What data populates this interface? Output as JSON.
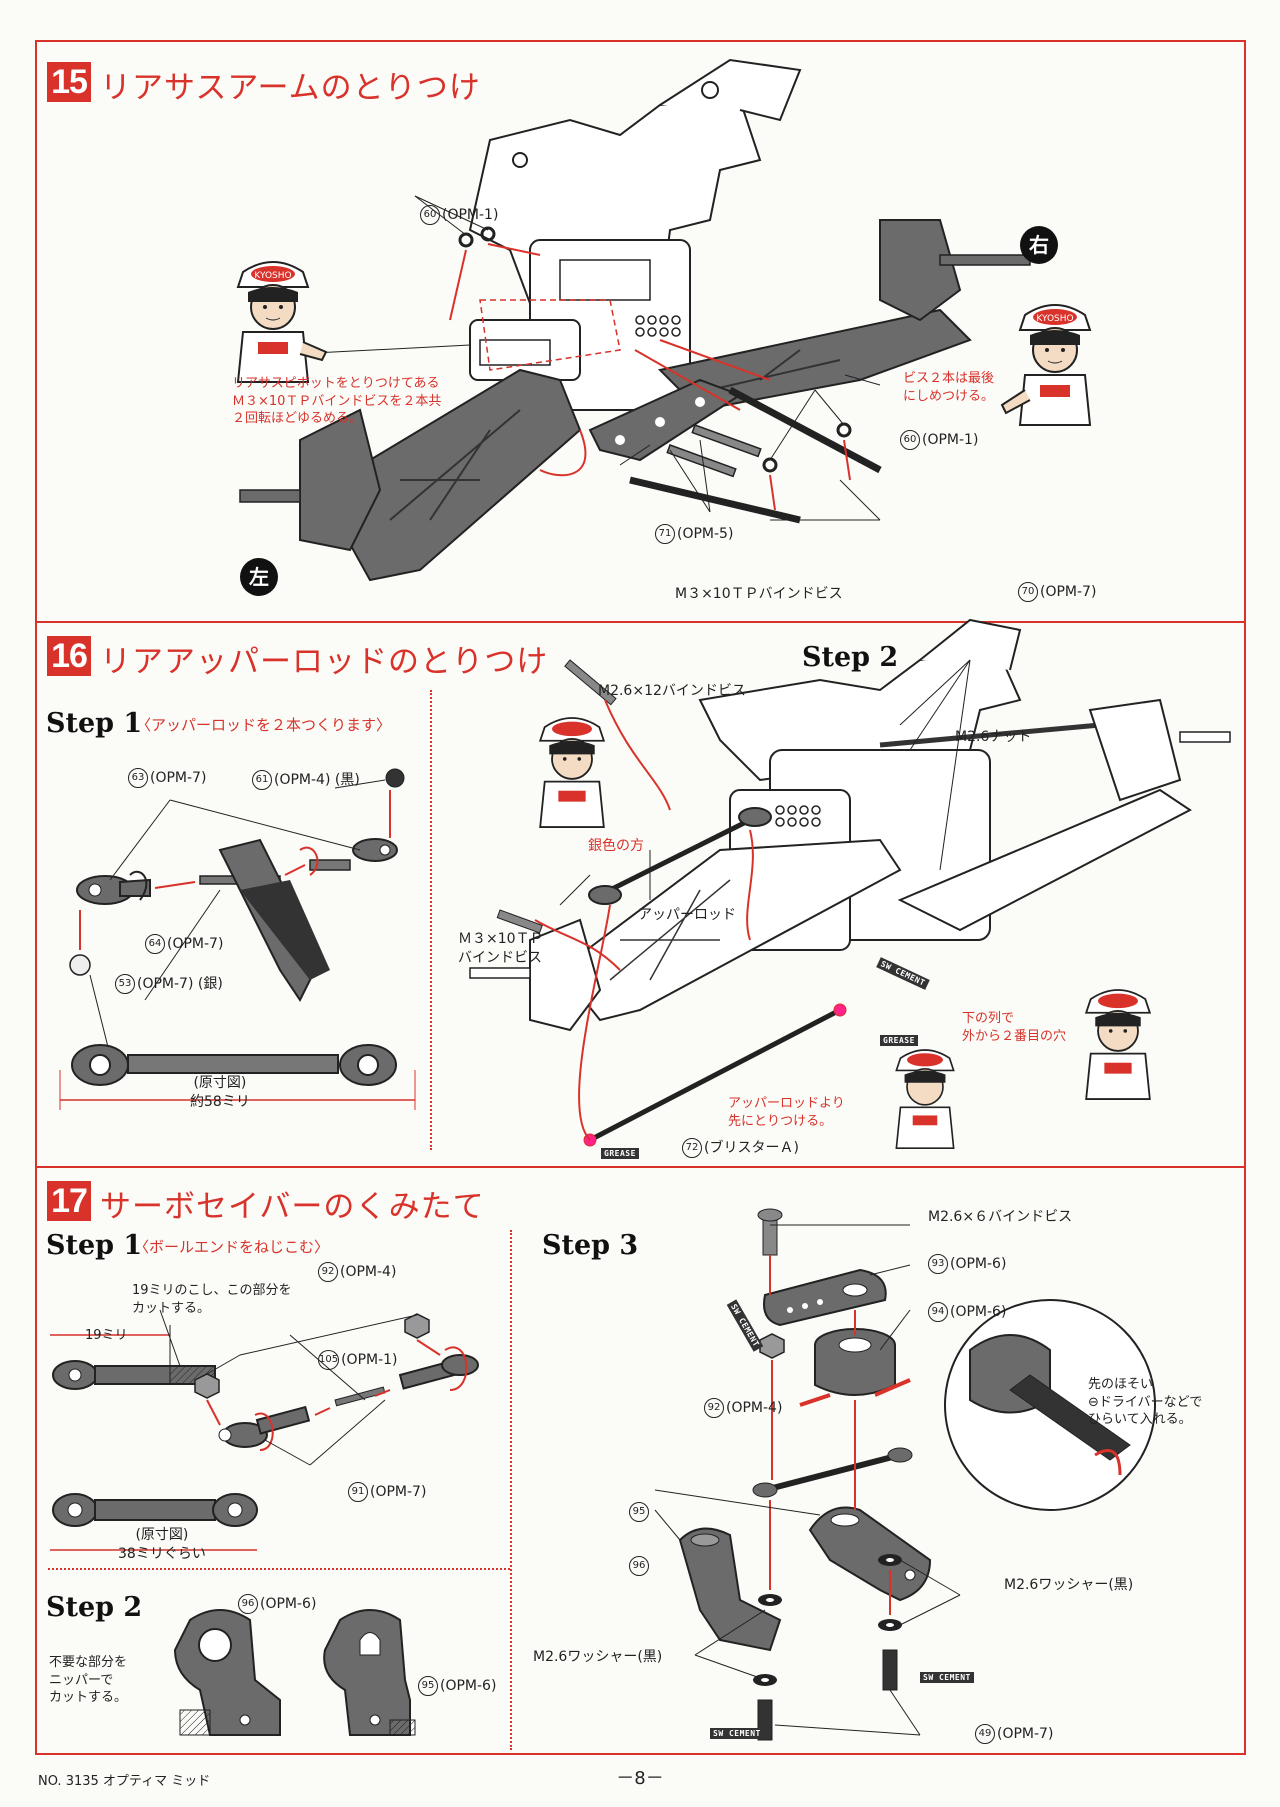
{
  "colors": {
    "accent": "#d8322a",
    "ink": "#222222",
    "part_fill": "#6b6b6b"
  },
  "sections": {
    "s15": {
      "num": "15",
      "title": "リアサスアームのとりつけ",
      "badge_right": "右",
      "badge_left": "左",
      "labels": {
        "opm1_top": "(OPM-1)",
        "opm1_right": "(OPM-1)",
        "opm5": "(OPM-5)",
        "opm7": "(OPM-7)",
        "screws": "M３×10ＴＰバインドビス",
        "note_left": "リアサスピボットをとりつけてある\nＭ３×10ＴＰバインドビスを２本共\n２回転ほどゆるめる。",
        "note_right": "ビス２本は最後\nにしめつける。"
      },
      "nums": {
        "n60a": "60",
        "n60b": "60",
        "n71": "71",
        "n70": "70"
      },
      "cap_text": "KYOSHO"
    },
    "s16": {
      "num": "16",
      "title": "リアアッパーロッドのとりつけ",
      "step1": {
        "title": "Step 1",
        "note": "〈アッパーロッドを２本つくります〉"
      },
      "step2": {
        "title": "Step 2"
      },
      "labels": {
        "p63": "(OPM-7)",
        "p61": "(OPM-4) (黒)",
        "p64": "(OPM-7)",
        "p53": "(OPM-7) (銀)",
        "full_size": "(原寸図)\n約58ミリ",
        "m26x12": "M2.6×12バインドビス",
        "m26nut": "M2.6ナット",
        "silver": "銀色の方",
        "upper_rod": "アッパーロッド",
        "m3x10": "Ｍ３×10ＴＰ\nバインドビス",
        "hole": "下の列で\n外から２番目の穴",
        "first": "アッパーロッドより\n先にとりつける。",
        "blister": "(ブリスターＡ)",
        "sw_cement": "SW CEMENT",
        "grease": "GREASE"
      },
      "nums": {
        "n63": "63",
        "n61": "61",
        "n64": "64",
        "n53": "53",
        "n72": "72"
      }
    },
    "s17": {
      "num": "17",
      "title": "サーボセイバーのくみたて",
      "step1": {
        "title": "Step 1",
        "note": "〈ボールエンドをねじこむ〉"
      },
      "step2": {
        "title": "Step 2"
      },
      "step3": {
        "title": "Step 3"
      },
      "labels": {
        "cut19": "19ミリのこし、この部分を\nカットする。",
        "mm19": "19ミリ",
        "p92": "(OPM-4)",
        "p105": "(OPM-1)",
        "p91": "(OPM-7)",
        "full_size": "(原寸図)\n38ミリぐらい",
        "p96": "(OPM-6)",
        "p95": "(OPM-6)",
        "cut_note": "不要な部分を\nニッパーで\nカットする。",
        "m26x6": "M2.6×６バインドビス",
        "p93": "(OPM-6)",
        "p94": "(OPM-6)",
        "p92b": "(OPM-4)",
        "driver": "先のほそい\n⊖ドライバーなどで\nひらいて入れる。",
        "washer_r": "M2.6ワッシャー(黒)",
        "washer_l": "M2.6ワッシャー(黒)",
        "p49": "(OPM-7)",
        "sw_cement": "SW CEMENT"
      },
      "nums": {
        "n92": "92",
        "n105": "105",
        "n91": "91",
        "n96": "96",
        "n95": "95",
        "n93": "93",
        "n94": "94",
        "n92b": "92",
        "n95b": "95",
        "n96b": "96",
        "n49": "49"
      }
    }
  },
  "footer": {
    "model": "NO. 3135  オプティマ ミッド",
    "page": "－8－"
  }
}
